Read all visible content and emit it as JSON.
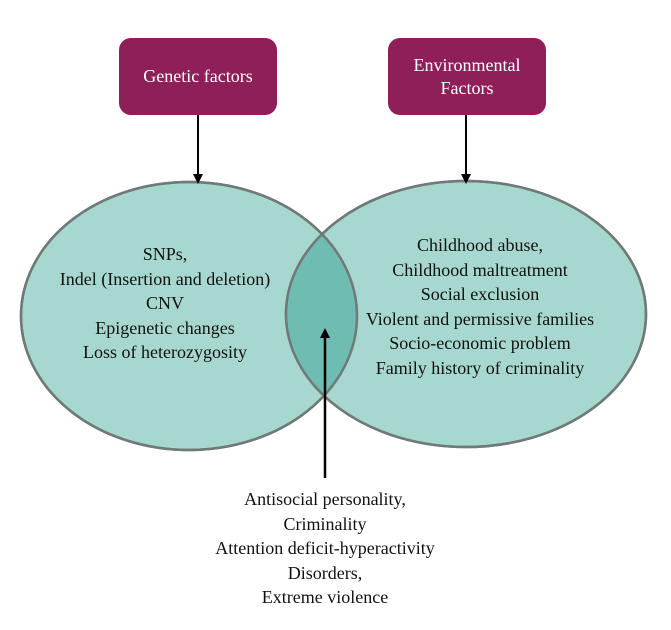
{
  "colors": {
    "box_fill": "#8e1f59",
    "box_text": "#ffffff",
    "circle_fill": "#a6d8cf",
    "circle_stroke": "#6f7a78",
    "overlap_fill": "#6fbcb2",
    "arrow": "#000000"
  },
  "genetic": {
    "title": "Genetic factors",
    "items": [
      "SNPs,",
      "Indel (Insertion and deletion)",
      "CNV",
      "Epigenetic changes",
      "Loss of heterozygosity"
    ]
  },
  "environmental": {
    "title_line1": "Environmental",
    "title_line2": "Factors",
    "items": [
      "Childhood abuse,",
      "Childhood maltreatment",
      "Social exclusion",
      "Violent and permissive families",
      "Socio-economic problem",
      "Family history of criminality"
    ]
  },
  "outcomes": {
    "items": [
      "Antisocial personality,",
      "Criminality",
      "Attention deficit-hyperactivity",
      "Disorders,",
      "Extreme violence"
    ]
  }
}
